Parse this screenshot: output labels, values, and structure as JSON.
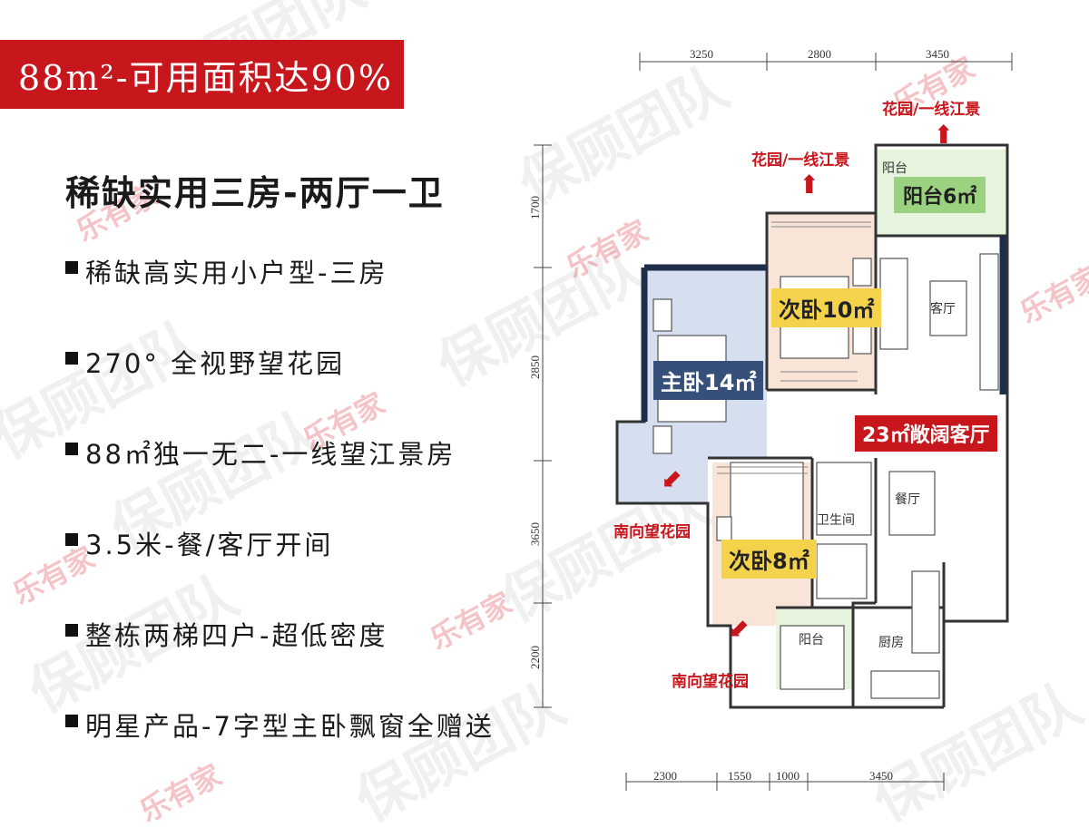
{
  "banner": {
    "text": "88m²-可用面积达90%"
  },
  "headline": "稀缺实用三房-两厅一卫",
  "features": [
    "稀缺高实用小户型-三房",
    "270° 全视野望花园",
    "88㎡独一无二-一线望江景房",
    "3.5米-餐/客厅开间",
    "整栋两梯四户-超低密度",
    "明星产品-7字型主卧飘窗全赠送"
  ],
  "plan": {
    "dims_top": [
      "3250",
      "2800",
      "3450"
    ],
    "dims_left": [
      "1700",
      "2850",
      "3650",
      "2200"
    ],
    "dims_bottom": [
      "2300",
      "1550",
      "1000",
      "3450"
    ],
    "rooms": {
      "balcony": "阳台6㎡",
      "second_bedroom_10": "次卧10㎡",
      "master_bedroom": "主卧14㎡",
      "living_room_label": "23㎡敞阔客厅",
      "living_small": "客厅",
      "dining": "餐厅",
      "bathroom": "卫生间",
      "second_bedroom_8": "次卧8㎡",
      "kitchen": "厨房",
      "small_balcony": "阳台",
      "balcony_small": "阳台"
    },
    "callouts": {
      "garden_river_top": "花园/一线江景",
      "garden_river_mid": "花园/一线江景",
      "south_garden_left": "南向望花园",
      "south_garden_bottom": "南向望花园"
    }
  },
  "watermark": {
    "text": "保顾团队",
    "logo": "乐有家"
  },
  "colors": {
    "red": "#c8161d",
    "yellow": "#f5d24b",
    "navy": "#36507a",
    "green": "#9bd27f"
  }
}
